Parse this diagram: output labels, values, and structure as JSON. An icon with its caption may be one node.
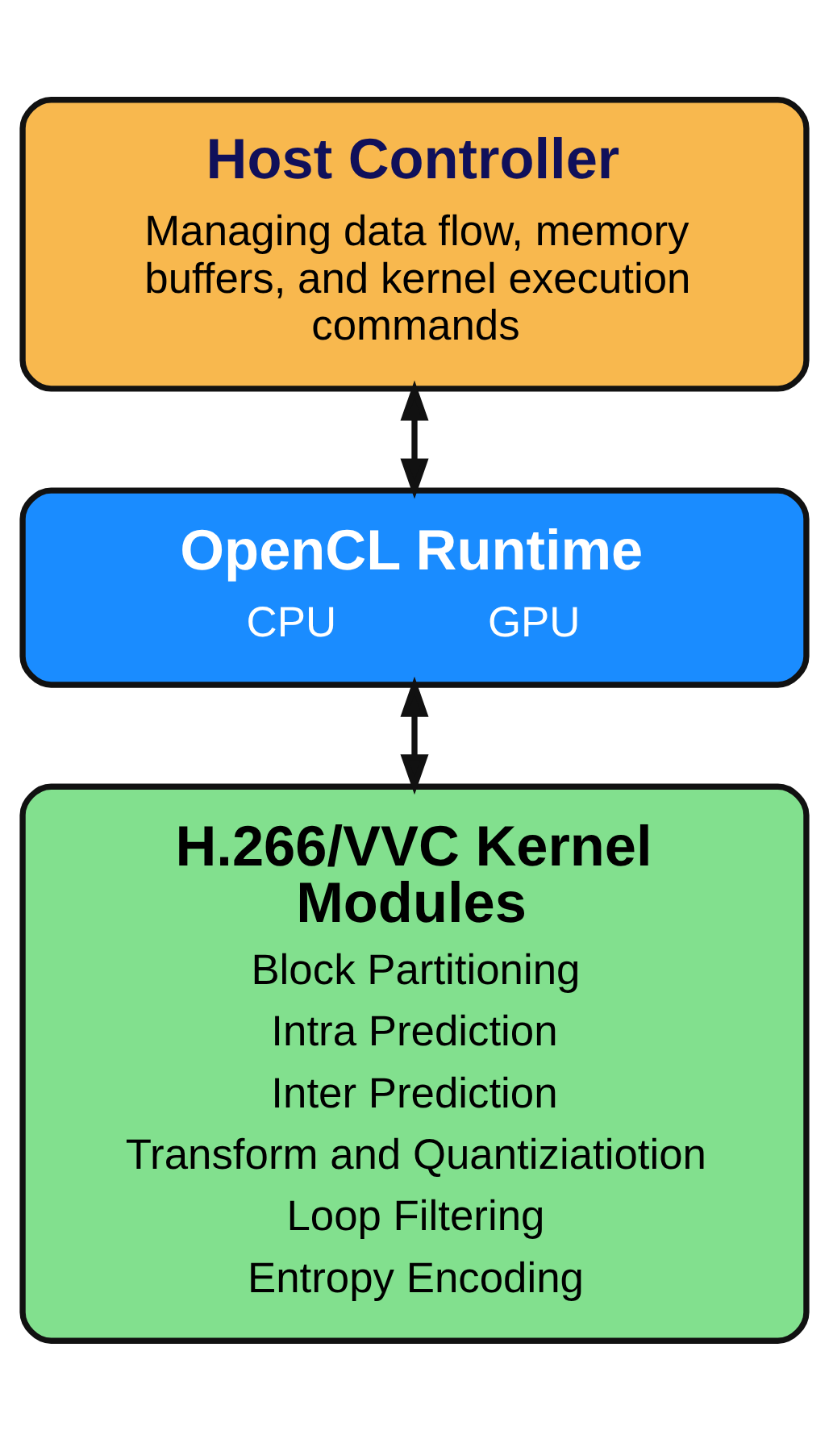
{
  "diagram": {
    "nodes": [
      {
        "text": [
          "Host Controller",
          "Managing data flow, memory buffers, and kernel execution commands"
        ]
      },
      {
        "text": [
          "OpenCL Runtime",
          "CPU",
          "GPU"
        ]
      },
      {
        "text": [
          "H.266/VVC Kernel Modules",
          "Block Partitioning",
          "Intra Prediction",
          "Inter Prediction",
          "Transform and Quantiziatiotion",
          "Loop Filtering",
          "Entropy Encoding"
        ]
      }
    ],
    "edges": [
      {
        "from": 0,
        "to": 1,
        "arrow": "both"
      },
      {
        "from": 1,
        "to": 2,
        "arrow": "both"
      }
    ]
  }
}
